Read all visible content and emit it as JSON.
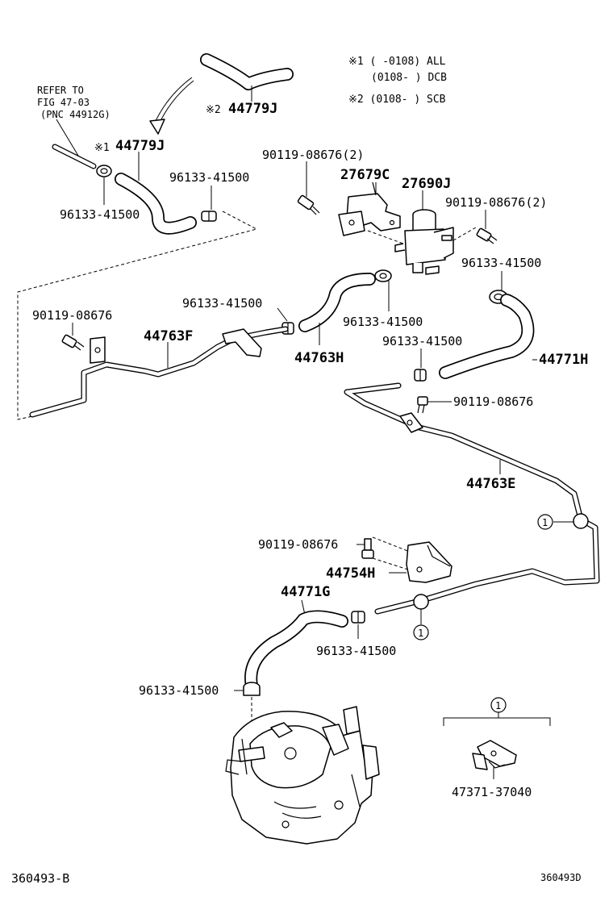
{
  "notes": {
    "line1": "※1 (   -0108) ALL",
    "line2": "(0108-    ) DCB",
    "line3": "※2 (0108-    ) SCB"
  },
  "refer": {
    "line1": "REFER TO",
    "line2": "FIG 47-03",
    "line3": "(PNC 44912G)"
  },
  "parts": {
    "hose_44779J_top": "44779J",
    "mark_2": "※2",
    "hose_44779J_left": "44779J",
    "mark_1": "※1",
    "clamp_a": "96133-41500",
    "clamp_b": "96133-41500",
    "bolt_upper_left": "90119-08676(2)",
    "bracket_27679C": "27679C",
    "vsv_27690J": "27690J",
    "bolt_upper_right": "90119-08676(2)",
    "clamp_c": "96133-41500",
    "bolt_left": "90119-08676",
    "clamp_d": "96133-41500",
    "pipe_44763F": "44763F",
    "clamp_e": "96133-41500",
    "hose_44763H": "44763H",
    "clamp_f": "96133-41500",
    "hose_44771H": "44771H",
    "bolt_right": "90119-08676",
    "pipe_44763E": "44763E",
    "bolt_lower": "90119-08676",
    "bracket_44754H": "44754H",
    "hose_44771G": "44771G",
    "clamp_g": "96133-41500",
    "clamp_h": "96133-41500",
    "clip_47371": "47371-37040"
  },
  "callouts": {
    "c1": "1",
    "c2": "1",
    "c3": "1"
  },
  "footer": {
    "left_code": "360493-B",
    "right_code": "360493D"
  }
}
